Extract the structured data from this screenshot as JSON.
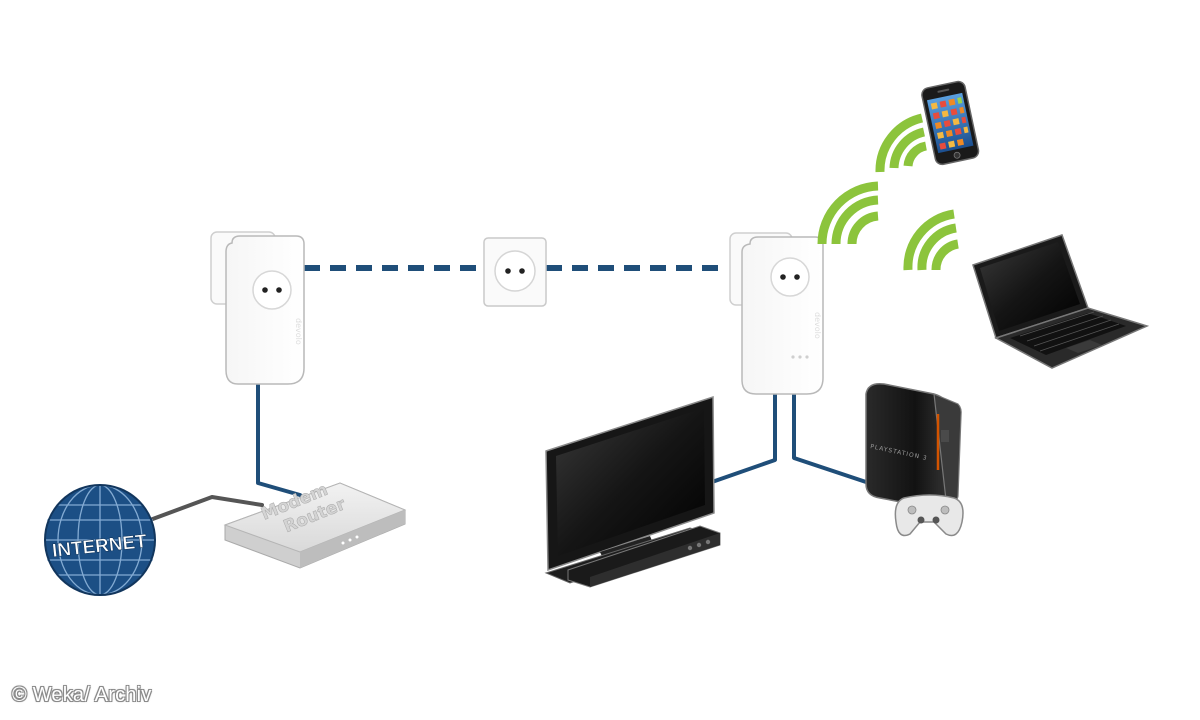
{
  "internet": {
    "label": "INTERNET"
  },
  "router": {
    "line1": "Modem",
    "line2": "Router"
  },
  "adapters": {
    "brand": "devolo"
  },
  "console": {
    "brand": "PLAYSTATION 3"
  },
  "credit": {
    "text": "© Weka/ Archiv"
  },
  "colors": {
    "cable": "#1f4e79",
    "powerline": "#1f4e79",
    "wifi": "#8cc43c",
    "globe": "#1c4f85",
    "ethernet_gray": "#555555"
  },
  "icons": [
    "globe-icon",
    "router-icon",
    "plug-adapter-icon",
    "wall-socket-icon",
    "tv-icon",
    "game-console-icon",
    "gamepad-icon",
    "smartphone-icon",
    "laptop-icon",
    "wifi-icon"
  ]
}
